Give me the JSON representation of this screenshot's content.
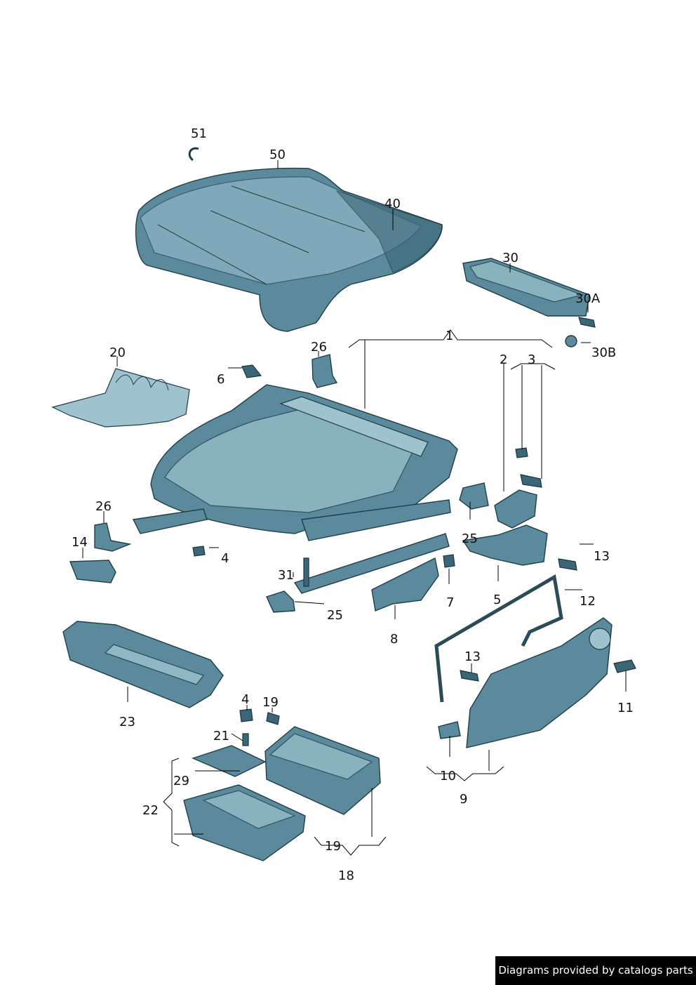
{
  "labels": {
    "l51": "51",
    "l50": "50",
    "l40": "40",
    "l30": "30",
    "l30a": "30A",
    "l30b": "30B",
    "l1": "1",
    "l2": "2",
    "l3": "3",
    "l20": "20",
    "l26a": "26",
    "l6": "6",
    "l26b": "26",
    "l14": "14",
    "l4a": "4",
    "l13a": "13",
    "l25a": "25",
    "l31": "31",
    "l25b": "25",
    "l7": "7",
    "l5": "5",
    "l12": "12",
    "l8": "8",
    "l13b": "13",
    "l11": "11",
    "l23": "23",
    "l4b": "4",
    "l19a": "19",
    "l21": "21",
    "l29": "29",
    "l22": "22",
    "l10": "10",
    "l9": "9",
    "l19b": "19",
    "l18": "18"
  },
  "credit": "Diagrams provided by catalogs parts",
  "colors": {
    "part": "#5a8a9c",
    "part_light": "#9ec3cf",
    "outline": "#1f3d48"
  }
}
